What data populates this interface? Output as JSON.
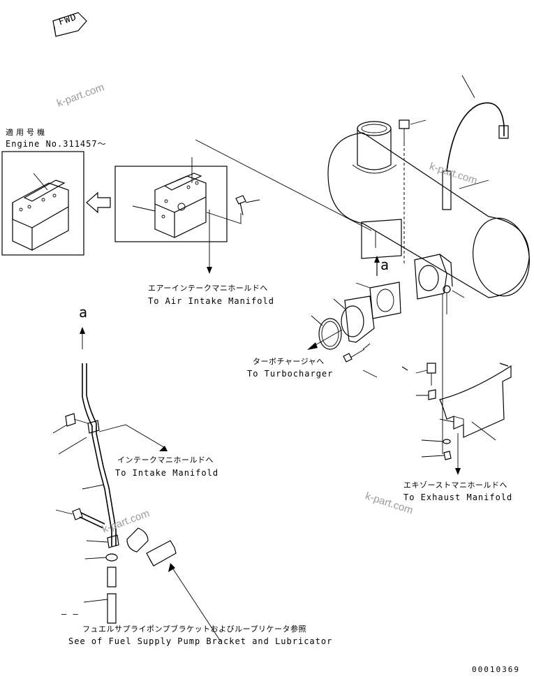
{
  "direction_marker": "FWD",
  "applicable_serial": {
    "jp": "適用号機",
    "en": "Engine No.311457～"
  },
  "view_ref_letter": "a",
  "view_ref_arrow_letter": "a",
  "labels": {
    "air_intake_jp": "エアーインテークマニホールドへ",
    "air_intake_en": "To Air Intake Manifold",
    "turbo_jp": "ターボチャージャへ",
    "turbo_en": "To Turbocharger",
    "intake_jp": "インテークマニホールドへ",
    "intake_en": "To Intake Manifold",
    "exhaust_jp": "エキゾーストマニホールドへ",
    "exhaust_en": "To Exhaust Manifold",
    "fuel_jp": "フュエルサプライポンプブラケットおよびループリケータ参照",
    "fuel_en": "See of Fuel Supply Pump Bracket and Lubricator"
  },
  "watermarks": [
    "k-part.com",
    "k-part.com",
    "k-part.com",
    "k-part.com"
  ],
  "drawing_number": "00010369",
  "small_dashes": "– –"
}
